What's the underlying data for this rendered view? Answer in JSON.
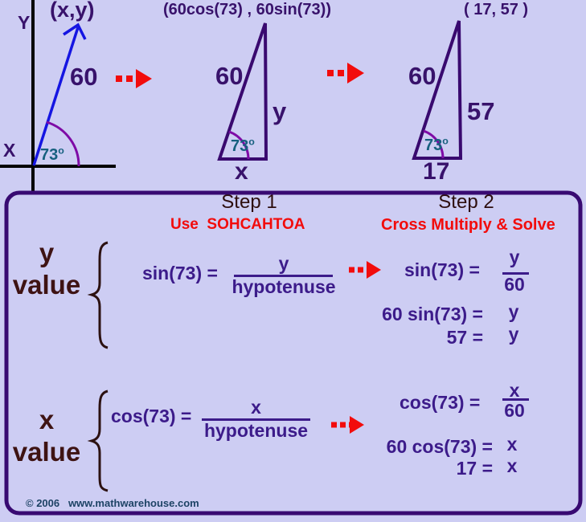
{
  "colors": {
    "background": "#cdcdf3",
    "equation_purple": "#3c1b8a",
    "diagram_label_purple": "#38126b",
    "triangle_stroke": "#39096f",
    "box_border": "#380a72",
    "angle_teal": "#16607f",
    "arc_purple": "#7e0ba6",
    "vector_blue": "#1515e2",
    "arrow_red": "#f20c0c",
    "value_label_maroon": "#3e1313",
    "step_header_dark": "#2d0e0e",
    "copyright_teal": "#1d4365",
    "axis_black": "#000000"
  },
  "top": {
    "axes": {
      "y_label": "Y",
      "x_label": "X"
    },
    "vector": {
      "point_label": "(x,y)",
      "length": "60",
      "angle": "73",
      "deg": "o"
    },
    "triangle_trig": {
      "coord_label": "(60cos(73) , 60sin(73))",
      "hypotenuse": "60",
      "vertical_side": "y",
      "base_side": "x",
      "angle": "73",
      "deg": "o"
    },
    "triangle_numeric": {
      "coord_label": "( 17, 57 )",
      "hypotenuse": "60",
      "vertical_side": "57",
      "base_side": "17",
      "angle": "73",
      "deg": "o"
    }
  },
  "steps": {
    "step1": {
      "title": "Step 1",
      "subtitle": "Use  SOHCAHTOA"
    },
    "step2": {
      "title": "Step 2",
      "subtitle": "Cross Multiply & Solve"
    }
  },
  "y_row": {
    "label_line1": "y",
    "label_line2": "value",
    "step1_lhs": "sin(73) =",
    "step1_numerator": "y",
    "step1_denominator": "hypotenuse",
    "step2_lhs": "sin(73) =",
    "step2_numerator": "y",
    "step2_denominator": "60",
    "step2_line2_lhs": "60 sin(73) =",
    "step2_line2_rhs": "y",
    "step2_line3_lhs": "57 =",
    "step2_line3_rhs": "y"
  },
  "x_row": {
    "label_line1": "x",
    "label_line2": "value",
    "step1_lhs": "cos(73) =",
    "step1_numerator": "x",
    "step1_denominator": "hypotenuse",
    "step2_lhs": "cos(73) =",
    "step2_numerator": "x",
    "step2_denominator": "60",
    "step2_line2_lhs": "60 cos(73) =",
    "step2_line2_rhs": "x",
    "step2_line3_lhs": "17 =",
    "step2_line3_rhs": "x"
  },
  "footer": {
    "copyright": "© 2006   www.mathwarehouse.com"
  }
}
